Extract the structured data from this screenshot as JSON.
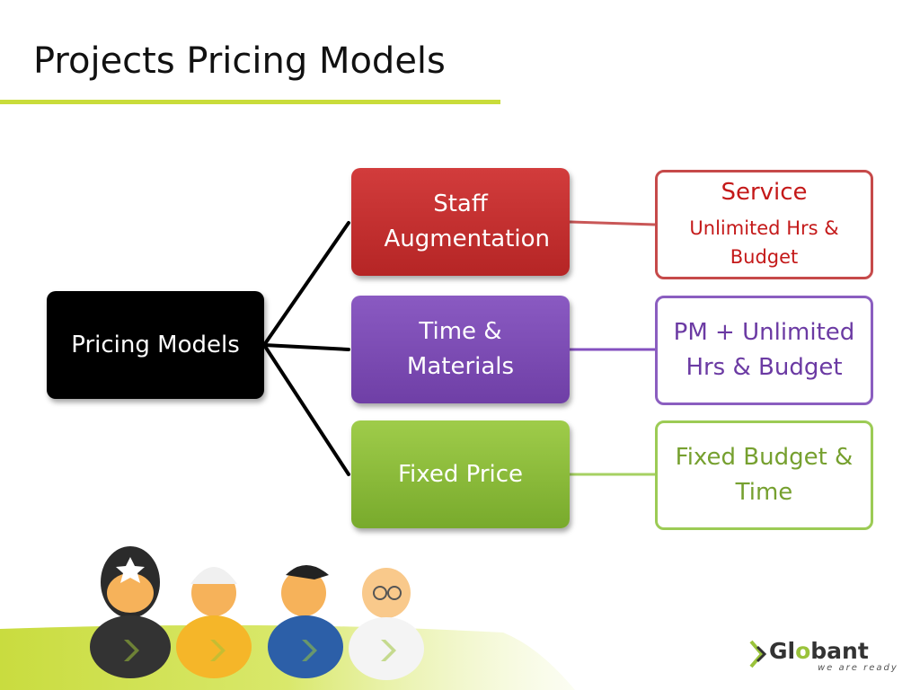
{
  "slide": {
    "title": "Projects Pricing Models"
  },
  "diagram": {
    "root": "Pricing Models",
    "models": [
      {
        "label": "Staff Augmentation",
        "color": "#c62f2f"
      },
      {
        "label": "Time & Materials",
        "color": "#7c4cb4"
      },
      {
        "label": "Fixed Price",
        "color": "#8bbb3b"
      }
    ],
    "services": [
      {
        "title": "Service",
        "detail": "Unlimited Hrs & Budget"
      },
      {
        "text": "PM + Unlimited Hrs & Budget"
      },
      {
        "text": "Fixed Budget & Time"
      }
    ]
  },
  "logo": {
    "name_g": "Gl",
    "name_o": "o",
    "name_rest": "bant",
    "tagline": "we are ready",
    "accent": "#9ac33b"
  },
  "illustration": {
    "name": "mascot-characters"
  }
}
